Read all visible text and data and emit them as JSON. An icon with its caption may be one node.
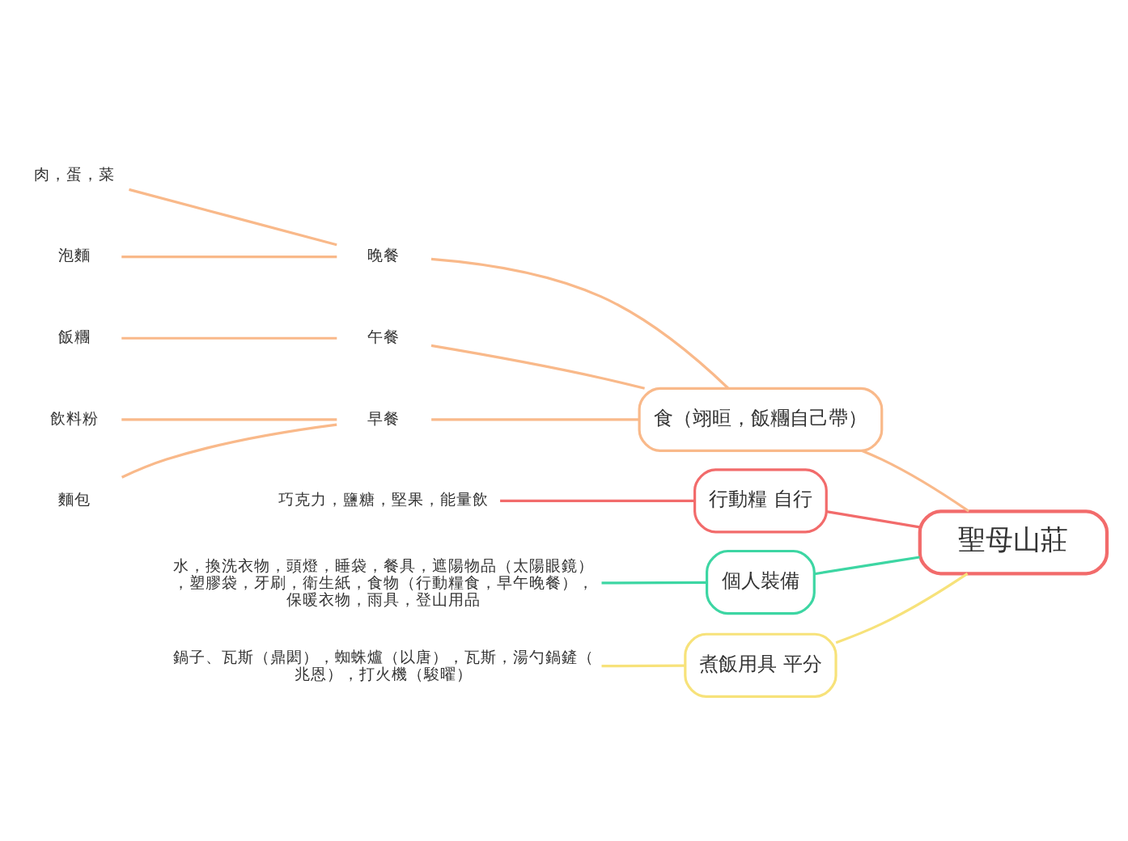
{
  "diagram": {
    "nodes": [
      {
        "text": [
          "聖母山莊"
        ]
      },
      {
        "text": [
          "食（翊晅，飯糰自己帶）"
        ]
      },
      {
        "text": [
          "晚餐"
        ]
      },
      {
        "text": [
          "肉，蛋，菜"
        ]
      },
      {
        "text": [
          "泡麵"
        ]
      },
      {
        "text": [
          "午餐"
        ]
      },
      {
        "text": [
          "飯糰"
        ]
      },
      {
        "text": [
          "早餐"
        ]
      },
      {
        "text": [
          "飲料粉"
        ]
      },
      {
        "text": [
          "麵包"
        ]
      },
      {
        "text": [
          "行動糧 自行"
        ]
      },
      {
        "text": [
          "巧克力，鹽糖，堅果，能量飲"
        ]
      },
      {
        "text": [
          "個人裝備"
        ]
      },
      {
        "text": [
          "水，換洗衣物，頭燈，睡袋，餐具，遮陽物品（太陽眼鏡），塑膠袋，牙刷，衛生紙，食物（行動糧食，早午晚餐），保暖衣物，雨具，登山用品"
        ]
      },
      {
        "text": [
          "煮飯用具 平分"
        ]
      },
      {
        "text": [
          "鍋子、瓦斯（鼎閎），蜘蛛爐（以唐），瓦斯，湯勺鍋鏟（兆恩），打火機（駿曜）"
        ]
      }
    ],
    "edges": [
      {
        "from": 1,
        "to": 0,
        "arrow": "none"
      },
      {
        "from": 2,
        "to": 1,
        "arrow": "none"
      },
      {
        "from": 3,
        "to": 2,
        "arrow": "none"
      },
      {
        "from": 4,
        "to": 2,
        "arrow": "none"
      },
      {
        "from": 5,
        "to": 1,
        "arrow": "none"
      },
      {
        "from": 6,
        "to": 5,
        "arrow": "none"
      },
      {
        "from": 7,
        "to": 1,
        "arrow": "none"
      },
      {
        "from": 8,
        "to": 7,
        "arrow": "none"
      },
      {
        "from": 9,
        "to": 7,
        "arrow": "none"
      },
      {
        "from": 10,
        "to": 0,
        "arrow": "none",
        "color": "#f26b6b"
      },
      {
        "from": 11,
        "to": 10,
        "arrow": "none",
        "color": "#f26b6b"
      },
      {
        "from": 12,
        "to": 0,
        "arrow": "none",
        "color": "#3dd6a3"
      },
      {
        "from": 13,
        "to": 12,
        "arrow": "none",
        "color": "#3dd6a3"
      },
      {
        "from": 14,
        "to": 0,
        "arrow": "none",
        "color": "#f7e27a"
      },
      {
        "from": 15,
        "to": 14,
        "arrow": "none",
        "color": "#f7e27a"
      }
    ]
  }
}
